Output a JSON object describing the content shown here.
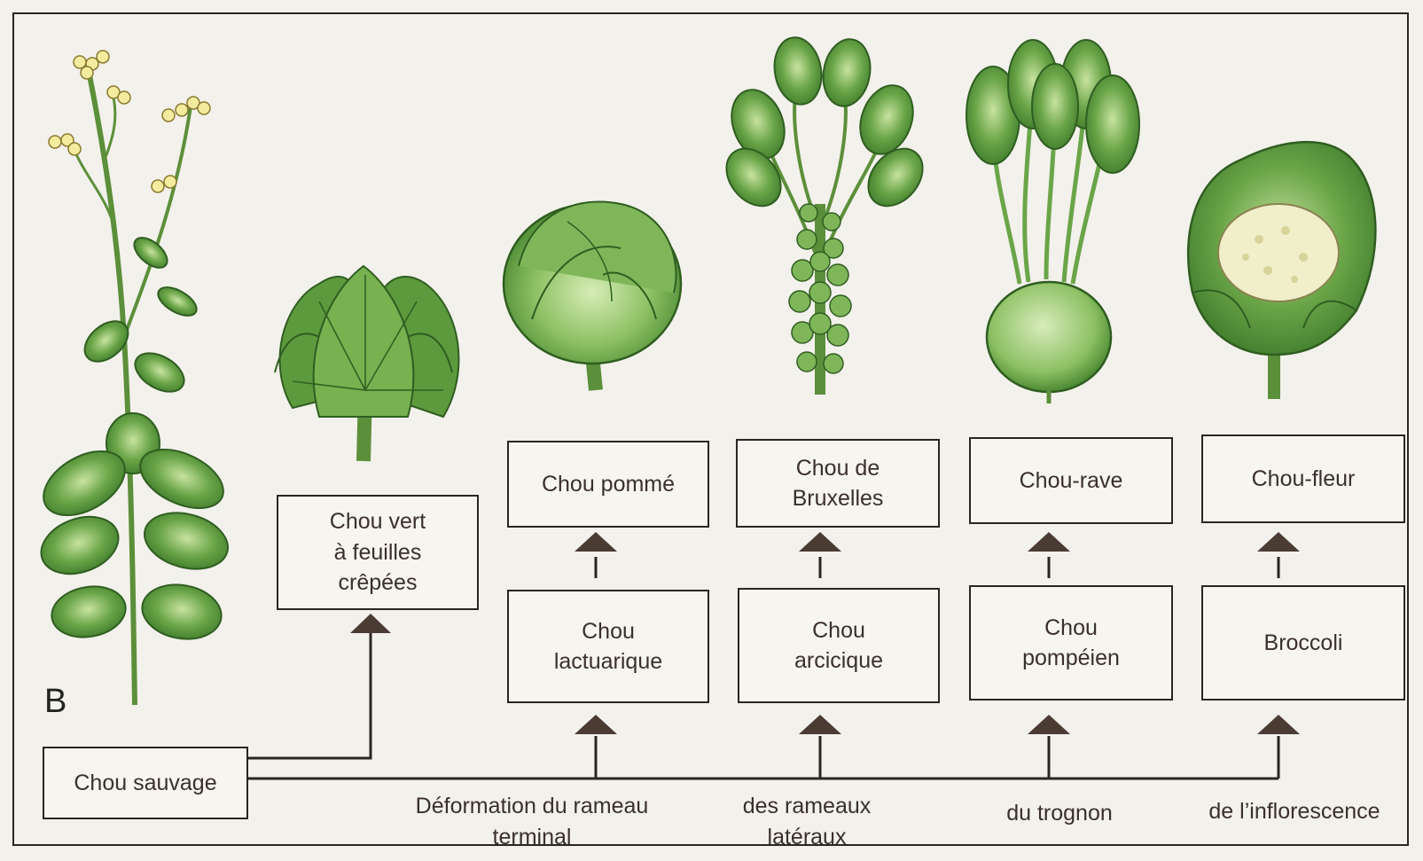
{
  "panel_letter": "B",
  "origin": {
    "label": "Chou sauvage"
  },
  "kale": {
    "label": "Chou vert\nà feuilles\ncrêpées"
  },
  "columns": [
    {
      "intermediate": "Chou\nlactuarique",
      "result": "Chou pommé",
      "deformation": "Déformation du rameau\nterminal"
    },
    {
      "intermediate": "Chou\narcicique",
      "result": "Chou de\nBruxelles",
      "deformation": "des rameaux\nlatéraux"
    },
    {
      "intermediate": "Chou\npompéien",
      "result": "Chou-rave",
      "deformation": "du trognon"
    },
    {
      "intermediate": "Broccoli",
      "result": "Chou-fleur",
      "deformation": "de l’inflorescence"
    }
  ],
  "colors": {
    "leaf_dark": "#3f7a2c",
    "leaf_mid": "#6aa548",
    "leaf_light": "#a9d17e",
    "flower": "#f3ec9e",
    "curd": "#f1efc9",
    "line": "#2b2522",
    "arrow": "#4a3b33"
  }
}
